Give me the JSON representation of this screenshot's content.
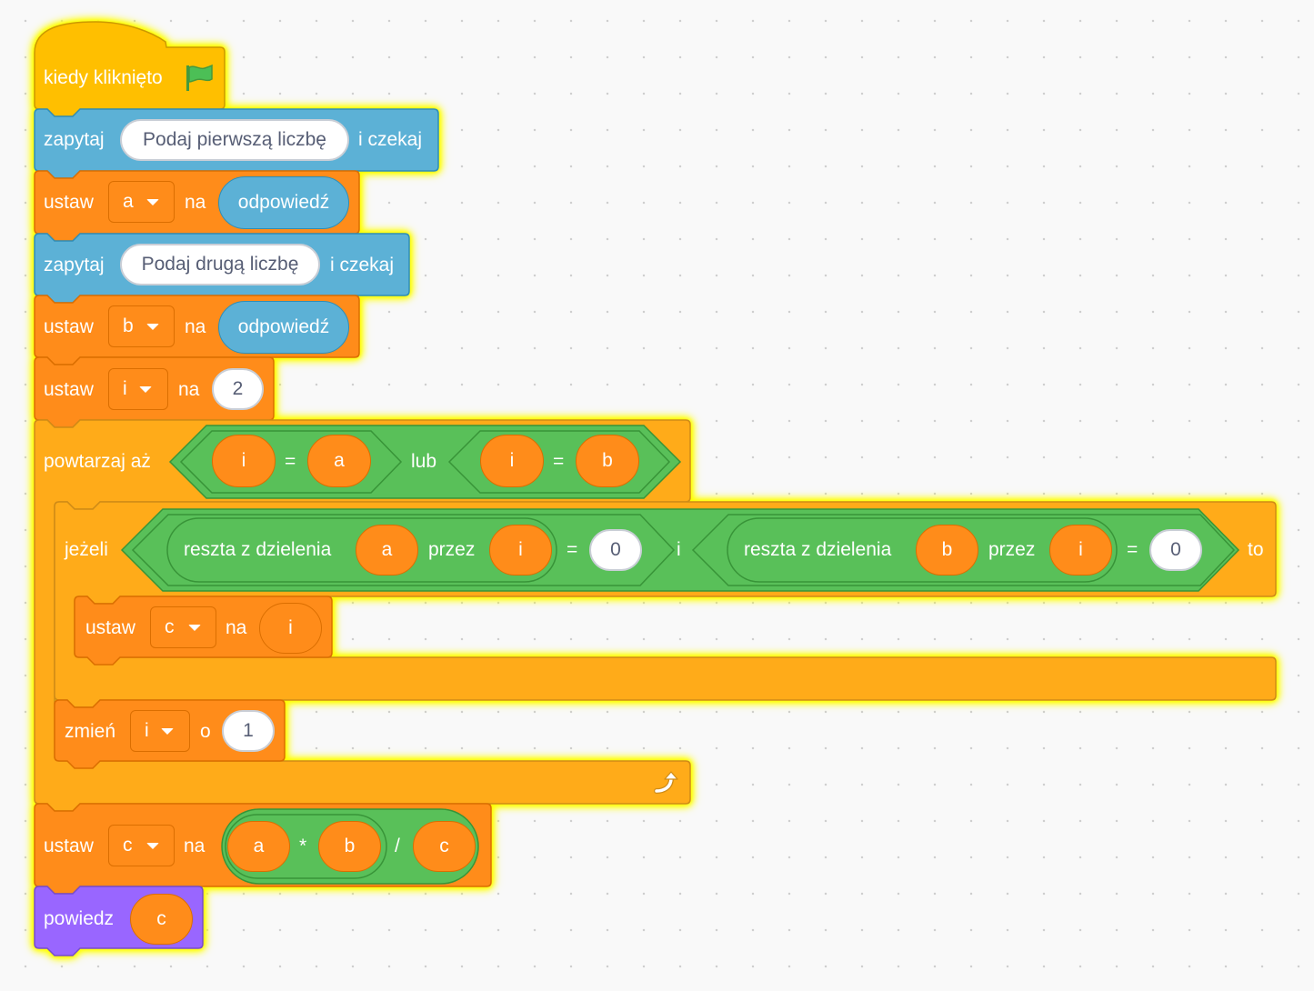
{
  "script": {
    "hat": {
      "label": "kiedy kliknięto",
      "icon": "green-flag-icon"
    },
    "ask1": {
      "label": "zapytaj",
      "value": "Podaj pierwszą liczbę",
      "suffix": "i czekaj"
    },
    "set_a": {
      "label": "ustaw",
      "variable": "a",
      "to": "na",
      "value": "odpowiedź"
    },
    "ask2": {
      "label": "zapytaj",
      "value": "Podaj drugą liczbę",
      "suffix": "i czekaj"
    },
    "set_b": {
      "label": "ustaw",
      "variable": "b",
      "to": "na",
      "value": "odpowiedź"
    },
    "set_i": {
      "label": "ustaw",
      "variable": "i",
      "to": "na",
      "value": "2"
    },
    "repeat": {
      "label": "powtarzaj aż",
      "cond_left": {
        "left": "i",
        "op": "=",
        "right": "a"
      },
      "join": "lub",
      "cond_right": {
        "left": "i",
        "op": "=",
        "right": "b"
      },
      "loop_icon": "repeat-arrow-icon"
    },
    "if_block": {
      "label": "jeżeli",
      "mod1": {
        "label": "reszta z dzielenia",
        "num": "a",
        "by": "przez",
        "den": "i",
        "op": "=",
        "value": "0"
      },
      "join": "i",
      "mod2": {
        "label": "reszta z dzielenia",
        "num": "b",
        "by": "przez",
        "den": "i",
        "op": "=",
        "value": "0"
      },
      "then": "to"
    },
    "set_c_inner": {
      "label": "ustaw",
      "variable": "c",
      "to": "na",
      "value": "i"
    },
    "change_i": {
      "label": "zmień",
      "variable": "i",
      "by": "o",
      "value": "1"
    },
    "set_c_final": {
      "label": "ustaw",
      "variable": "c",
      "to": "na",
      "a": "a",
      "mul": "*",
      "b": "b",
      "div": "/",
      "c": "c"
    },
    "say": {
      "label": "powiedz",
      "value": "c"
    }
  },
  "colors": {
    "events": "#ffbf00",
    "sensing": "#5cb1d6",
    "variables": "#ff8c1a",
    "control": "#ffab19",
    "operators": "#59c059",
    "looks": "#9966ff",
    "glow": "#ffff00"
  }
}
